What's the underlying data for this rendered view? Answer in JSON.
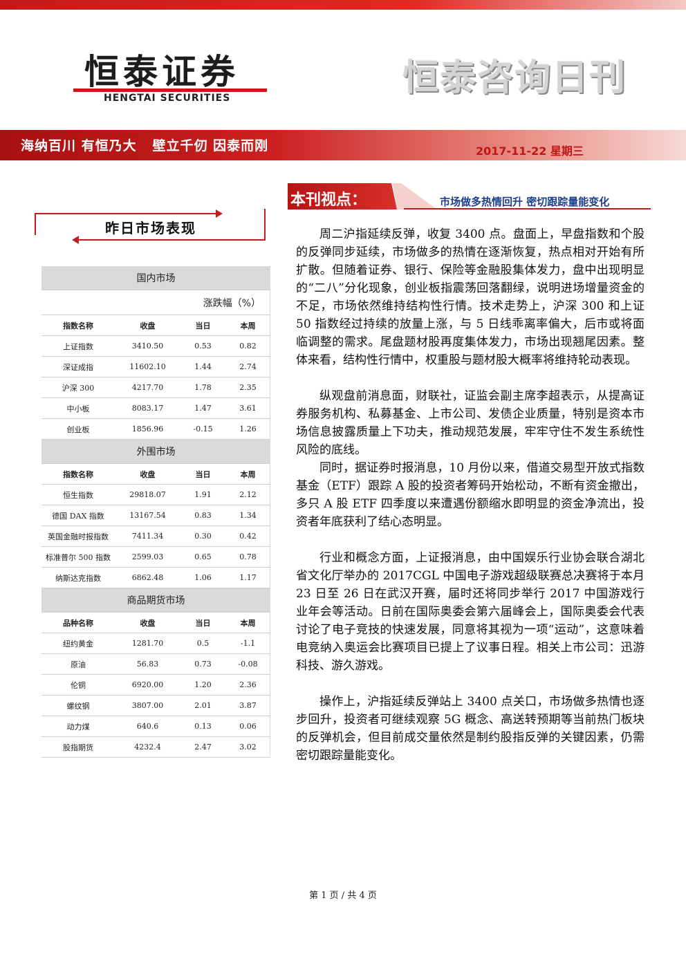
{
  "header": {
    "logo_cn": "恒泰证券",
    "logo_en": "HENGTAI SECURITIES",
    "publication": "恒泰咨询日刊",
    "slogan": "海纳百川 有恒乃大   壁立千仞 因泰而刚",
    "date": "2017-11-22 星期三",
    "colors": {
      "brand_red": "#c41a1a",
      "subtitle_blue": "#1a3f8f"
    }
  },
  "market": {
    "title": "昨日市场表现",
    "unit": "涨跌幅（%）",
    "sections": [
      {
        "name": "国内市场",
        "headers": [
          "指数名称",
          "收盘",
          "当日",
          "本周"
        ],
        "rows": [
          [
            "上证指数",
            "3410.50",
            "0.53",
            "0.82"
          ],
          [
            "深证成指",
            "11602.10",
            "1.44",
            "2.74"
          ],
          [
            "沪深 300",
            "4217.70",
            "1.78",
            "2.35"
          ],
          [
            "中小板",
            "8083.17",
            "1.47",
            "3.61"
          ],
          [
            "创业板",
            "1856.96",
            "-0.15",
            "1.26"
          ]
        ]
      },
      {
        "name": "外围市场",
        "headers": [
          "指数名称",
          "收盘",
          "当日",
          "本周"
        ],
        "rows": [
          [
            "恒生指数",
            "29818.07",
            "1.91",
            "2.12"
          ],
          [
            "德国 DAX 指数",
            "13167.54",
            "0.83",
            "1.34"
          ],
          [
            "英国金融时报指数",
            "7411.34",
            "0.30",
            "0.42"
          ],
          [
            "标准普尔 500 指数",
            "2599.03",
            "0.65",
            "0.78"
          ],
          [
            "纳斯达克指数",
            "6862.48",
            "1.06",
            "1.17"
          ]
        ]
      },
      {
        "name": "商品期货市场",
        "headers": [
          "品种名称",
          "收盘",
          "当日",
          "本周"
        ],
        "rows": [
          [
            "纽约黄金",
            "1281.70",
            "0.5",
            "-1.1"
          ],
          [
            "原油",
            "56.83",
            "0.73",
            "-0.08"
          ],
          [
            "伦铜",
            "6920.00",
            "1.20",
            "2.36"
          ],
          [
            "螺纹钢",
            "3807.00",
            "2.01",
            "3.87"
          ],
          [
            "动力煤",
            "640.6",
            "0.13",
            "0.06"
          ],
          [
            "股指期货",
            "4232.4",
            "2.47",
            "3.02"
          ]
        ]
      }
    ]
  },
  "viewpoint": {
    "title": "本刊视点：",
    "subtitle": "市场做多热情回升 密切跟踪量能变化",
    "paragraphs": [
      "周二沪指延续反弹，收复 3400 点。盘面上，早盘指数和个股的反弹同步延续，市场做多的热情在逐渐恢复，热点相对开始有所扩散。但随着证券、银行、保险等金融股集体发力，盘中出现明显的“二八”分化现象，创业板指震荡回落翻绿，说明进场增量资金的不足，市场依然维持结构性行情。技术走势上，沪深 300 和上证 50 指数经过持续的放量上涨，与 5 日线乖离率偏大，后市或将面临调整的需求。尾盘题材股再度集体发力，市场出现翘尾因素。整体来看，结构性行情中，权重股与题材股大概率将维持轮动表现。",
      "纵观盘前消息面，财联社，证监会副主席李超表示，从提高证券服务机构、私募基金、上市公司、发债企业质量，特别是资本市场信息披露质量上下功夫，推动规范发展，牢牢守住不发生系统性风险的底线。",
      "同时，据证券时报消息，10 月份以来，借道交易型开放式指数基金（ETF）跟踪 A 股的投资者筹码开始松动，不断有资金撤出，多只 A 股 ETF 四季度以来遭遇份额缩水即明显的资金净流出，投资者年底获利了结心态明显。",
      "行业和概念方面，上证报消息，由中国娱乐行业协会联合湖北省文化厅举办的 2017CGL 中国电子游戏超级联赛总决赛将于本月 23 日至 26 日在武汉开赛，届时还将同步举行 2017 中国游戏行业年会等活动。日前在国际奥委会第六届峰会上，国际奥委会代表讨论了电子竞技的快速发展，同意将其视为一项“运动”，这意味着电竞纳入奥运会比赛项目已提上了议事日程。相关上市公司：迅游科技、游久游戏。",
      "操作上，沪指延续反弹站上 3400 点关口，市场做多热情也逐步回升，投资者可继续观察 5G 概念、高送转预期等当前热门板块的反弹机会，但目前成交量依然是制约股指反弹的关键因素，仍需密切跟踪量能变化。"
    ]
  },
  "footer": {
    "page": "第 1 页 / 共 4 页"
  }
}
